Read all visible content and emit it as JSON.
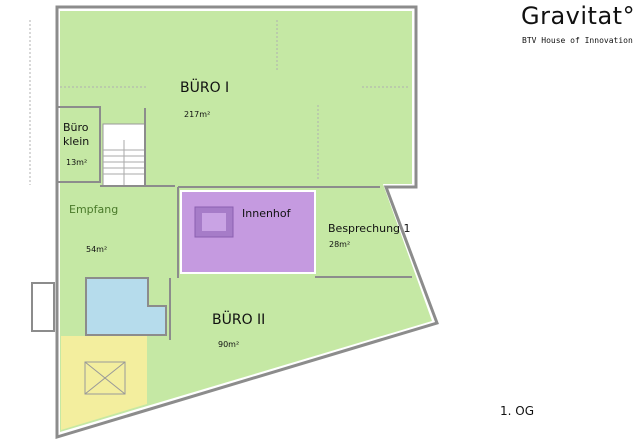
{
  "header": {
    "logo": "Gravitat°",
    "subtitle": "BTV House of Innovation"
  },
  "floor": "1. OG",
  "rooms": [
    {
      "name": "BÜRO I",
      "area": "217m²",
      "color": "#c5e8a4"
    },
    {
      "name": "Büro klein",
      "area": "13m²",
      "color": "#c5e8a4"
    },
    {
      "name": "Empfang",
      "area": "54m²",
      "color": "#c5e8a4"
    },
    {
      "name": "Innenhof",
      "color": "#c59ae0"
    },
    {
      "name": "Besprechung 1",
      "area": "28m²",
      "color": "#c5e8a4"
    },
    {
      "name": "BÜRO II",
      "area": "90m²",
      "color": "#c5e8a4"
    }
  ],
  "colors": {
    "sanitary": "#b6dcec",
    "stairwell": "#f3ee9e",
    "wall": "#8c8c8c",
    "empfang_label": "#4a7a2a"
  }
}
